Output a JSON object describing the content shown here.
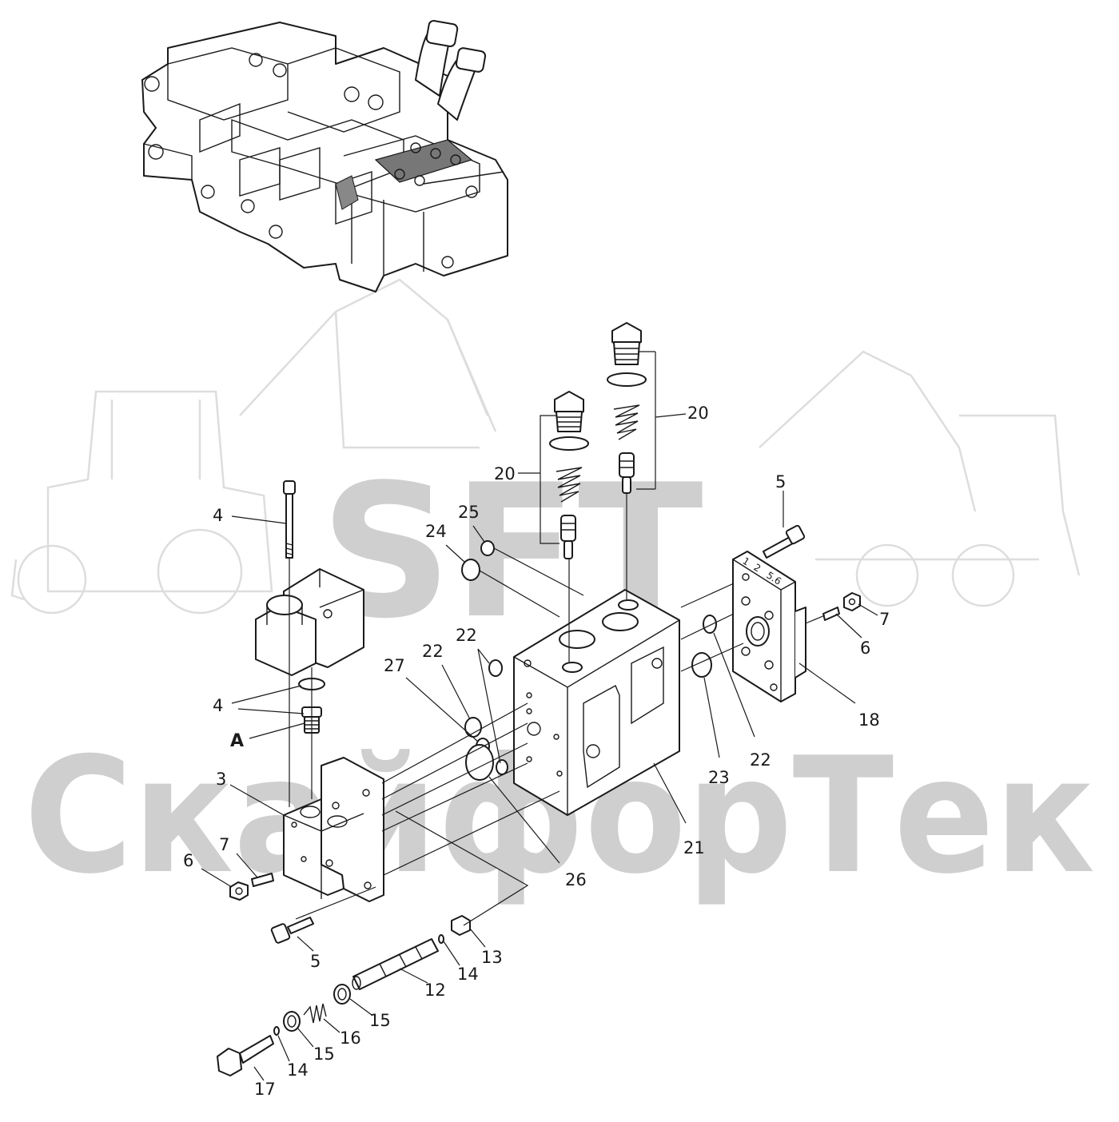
{
  "watermark": {
    "logo_text": "SFT",
    "brand_text": "СкайфорТек"
  },
  "labels": [
    {
      "id": "l-4a",
      "text": "4"
    },
    {
      "id": "l-4b",
      "text": "4"
    },
    {
      "id": "l-a",
      "text": "A"
    },
    {
      "id": "l-3",
      "text": "3"
    },
    {
      "id": "l-7a",
      "text": "7"
    },
    {
      "id": "l-6a",
      "text": "6"
    },
    {
      "id": "l-5a",
      "text": "5"
    },
    {
      "id": "l-13",
      "text": "13"
    },
    {
      "id": "l-14a",
      "text": "14"
    },
    {
      "id": "l-12",
      "text": "12"
    },
    {
      "id": "l-15a",
      "text": "15"
    },
    {
      "id": "l-16",
      "text": "16"
    },
    {
      "id": "l-15b",
      "text": "15"
    },
    {
      "id": "l-14b",
      "text": "14"
    },
    {
      "id": "l-17",
      "text": "17"
    },
    {
      "id": "l-20a",
      "text": "20"
    },
    {
      "id": "l-20b",
      "text": "20"
    },
    {
      "id": "l-25",
      "text": "25"
    },
    {
      "id": "l-24",
      "text": "24"
    },
    {
      "id": "l-22a",
      "text": "22"
    },
    {
      "id": "l-22b",
      "text": "22"
    },
    {
      "id": "l-27",
      "text": "27"
    },
    {
      "id": "l-26",
      "text": "26"
    },
    {
      "id": "l-21",
      "text": "21"
    },
    {
      "id": "l-23",
      "text": "23"
    },
    {
      "id": "l-22c",
      "text": "22"
    },
    {
      "id": "l-18",
      "text": "18"
    },
    {
      "id": "l-5b",
      "text": "5"
    },
    {
      "id": "l-7b",
      "text": "7"
    },
    {
      "id": "l-6b",
      "text": "6"
    }
  ],
  "plate_markings": [
    "1",
    "2",
    "5.6"
  ]
}
